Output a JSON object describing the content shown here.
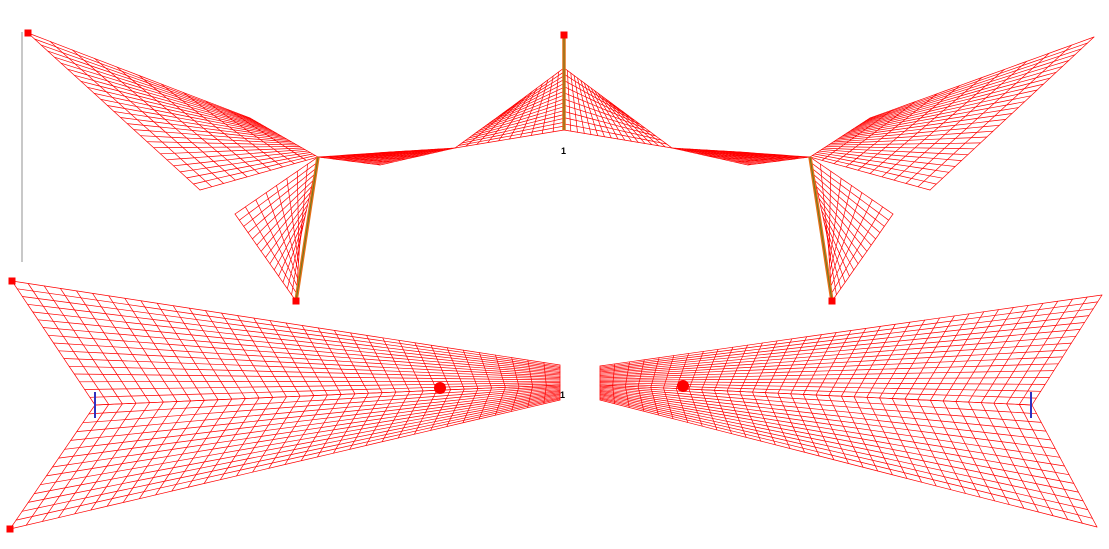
{
  "views": [
    {
      "id": "elevation",
      "node_label": "1"
    },
    {
      "id": "plan",
      "node_label": "1"
    }
  ],
  "colors": {
    "mesh": "#ff0000",
    "mast": "#e87018",
    "mast_core": "#6a7a20",
    "support": "#ff0000",
    "edge_blue": "#3030c0",
    "frame_line": "#c8c8c8"
  }
}
